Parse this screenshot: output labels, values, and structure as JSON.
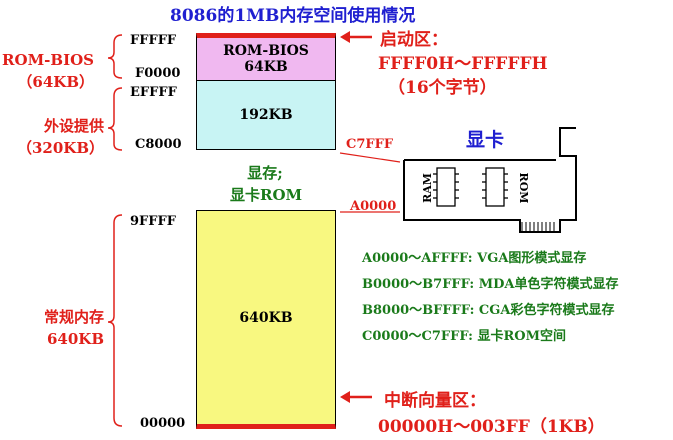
{
  "title": "8086的1MB内存空间使用情况",
  "blocks": {
    "rom_bios": {
      "line1": "ROM-BIOS",
      "line2": "64KB",
      "color": "#f0b8f0"
    },
    "peripheral": {
      "label": "192KB",
      "color": "#c8f4f4"
    },
    "conventional": {
      "label": "640KB",
      "color": "#f8f880"
    }
  },
  "addresses": {
    "fffff": "FFFFF",
    "f0000": "F0000",
    "effff": "EFFFF",
    "c8000": "C8000",
    "c7fff": "C7FFF",
    "a0000": "A0000",
    "9ffff": "9FFFF",
    "zero": "00000"
  },
  "side_labels": {
    "rom_bios": [
      "ROM-BIOS",
      "（64KB）"
    ],
    "peripheral": [
      "外设提供",
      "（320KB）"
    ],
    "conventional": [
      "常规内存",
      "640KB"
    ]
  },
  "video_mem": [
    "显存;",
    "显卡ROM"
  ],
  "video_card": {
    "title": "显卡",
    "ram": "RAM",
    "rom": "ROM"
  },
  "boot_area": [
    "启动区：",
    "FFFF0H～FFFFFH",
    "（16个字节）"
  ],
  "interrupt_area": [
    "中断向量区：",
    "00000H～003FF（1KB）"
  ],
  "legend": [
    "A0000～AFFFF: VGA图形模式显存",
    "B0000～B7FFF: MDA单色字符模式显存",
    "B8000～BFFFF: CGA彩色字符模式显存",
    "C0000～C7FFF: 显卡ROM空间"
  ]
}
